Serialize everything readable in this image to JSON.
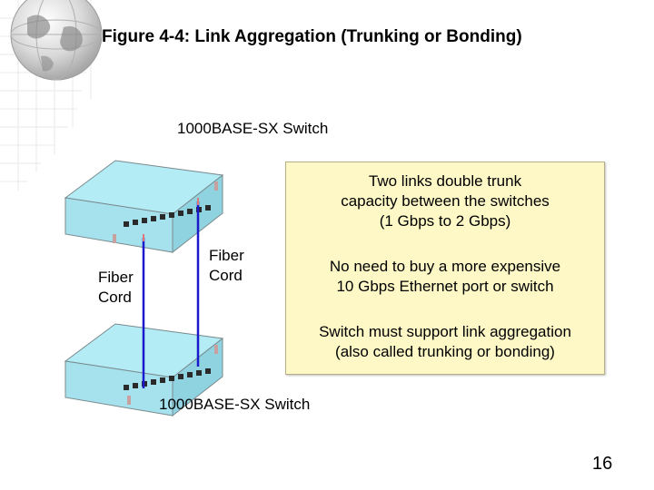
{
  "title": "Figure 4-4: Link Aggregation (Trunking or Bonding)",
  "diagram": {
    "top_switch_label": "1000BASE-SX Switch",
    "bottom_switch_label": "1000BASE-SX Switch",
    "left_cord_label": {
      "line1": "Fiber",
      "line2": "Cord"
    },
    "right_cord_label": {
      "line1": "Fiber",
      "line2": "Cord"
    },
    "cord_color": "#1a1acc",
    "switch_color": "#b3ecf5"
  },
  "notes": [
    {
      "lines": [
        "Two links double trunk",
        "capacity between the switches",
        "(1 Gbps to 2 Gbps)"
      ]
    },
    {
      "lines": [
        "No need to buy a more expensive",
        "10 Gbps Ethernet port or switch"
      ]
    },
    {
      "lines": [
        "Switch must support link aggregation",
        "(also called trunking or bonding)"
      ]
    }
  ],
  "note_box_color": "#fdf8c6",
  "page_number": "16"
}
